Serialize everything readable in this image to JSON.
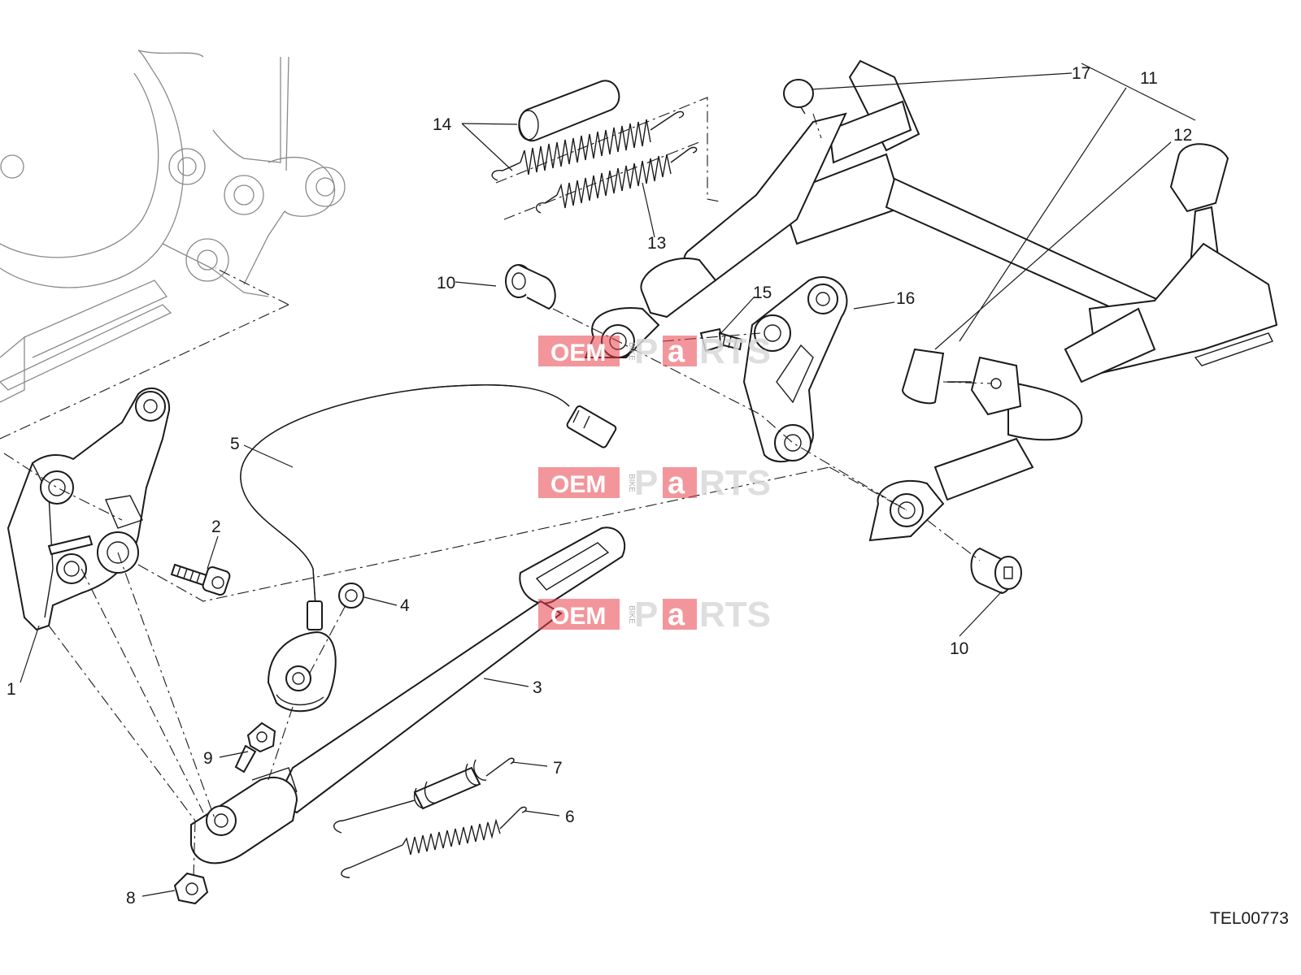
{
  "diagram": {
    "reference_code": "TEL00773",
    "callouts": [
      {
        "label": "1"
      },
      {
        "label": "2"
      },
      {
        "label": "3"
      },
      {
        "label": "4"
      },
      {
        "label": "5"
      },
      {
        "label": "6"
      },
      {
        "label": "7"
      },
      {
        "label": "8"
      },
      {
        "label": "9"
      },
      {
        "label": "10"
      },
      {
        "label": "10"
      },
      {
        "label": "11"
      },
      {
        "label": "12"
      },
      {
        "label": "13"
      },
      {
        "label": "14"
      },
      {
        "label": "15"
      },
      {
        "label": "16"
      },
      {
        "label": "17"
      }
    ]
  },
  "watermark": {
    "oem": "OEM",
    "bike": "BIKE",
    "p": "P",
    "a": "a",
    "rts": "RTS",
    "accent_color": "#e8404a"
  }
}
